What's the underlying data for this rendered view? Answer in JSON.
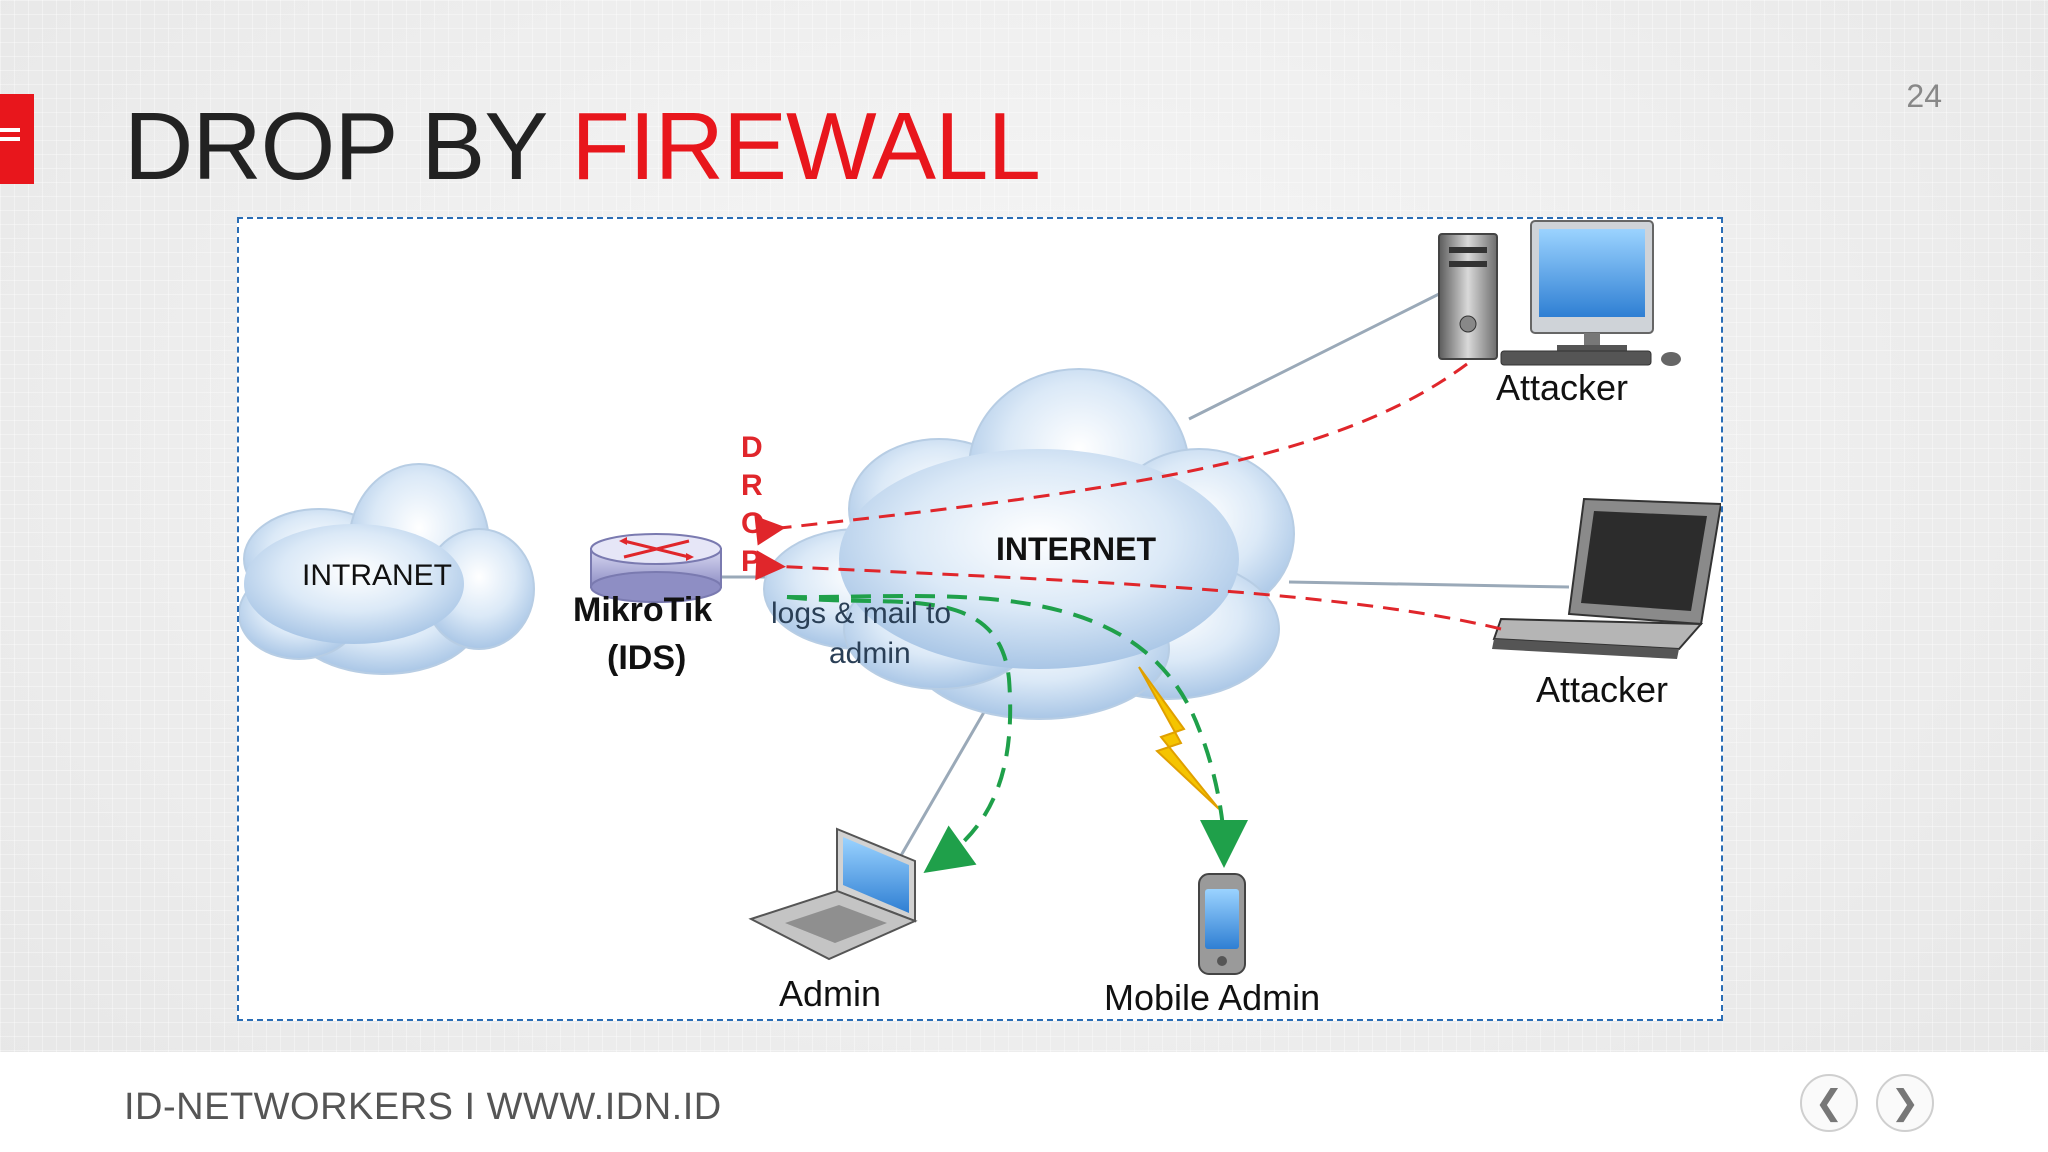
{
  "slide": {
    "title_part1": "DROP BY ",
    "title_part2": "FIREWALL",
    "page_number": "24",
    "accent_color": "#e8161c",
    "menu_icon": "hamburger-icon"
  },
  "diagram": {
    "intranet_label": "INTRANET",
    "internet_label": "INTERNET",
    "router_name": "MikroTik",
    "router_role": "(IDS)",
    "drop_letters": [
      "D",
      "R",
      "O",
      "P"
    ],
    "logs_line1": "logs & mail to",
    "logs_line2": "admin",
    "attacker_desktop_label": "Attacker",
    "attacker_laptop_label": "Attacker",
    "admin_label": "Admin",
    "mobile_admin_label": "Mobile Admin",
    "colors": {
      "attack_path": "#e0262b",
      "notify_path": "#1fa04a",
      "border": "#2a6db5",
      "lightning": "#f5c400"
    }
  },
  "footer": {
    "text": "ID-NETWORKERS I WWW.IDN.ID",
    "prev_icon": "chevron-left-icon",
    "next_icon": "chevron-right-icon"
  }
}
